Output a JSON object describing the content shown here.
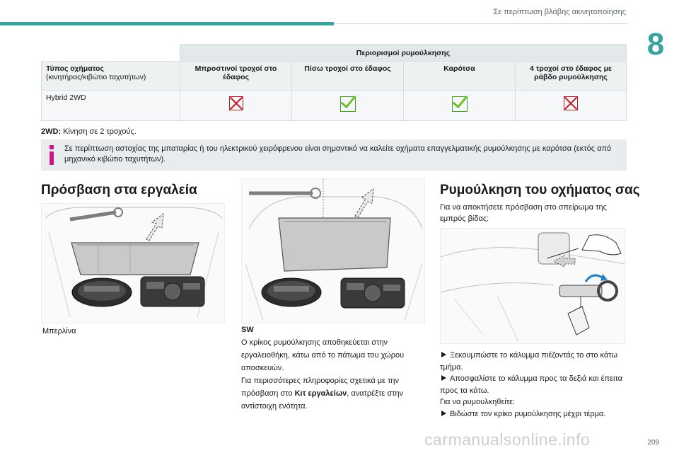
{
  "header": {
    "title": "Σε περίπτωση βλάβης ακινητοποίησης",
    "chapter": "8"
  },
  "table": {
    "group_header": "Περιορισμοί ρυμούλκησης",
    "type_header_bold": "Τύπος οχήματος",
    "type_header_sub": "(κινητήρας/κιβώτιο ταχυτήτων)",
    "columns": [
      "Μπροστινοί τροχοί στο έδαφος",
      "Πίσω τροχοί στο έδαφος",
      "Καρότσα",
      "4 τροχοί στο έδαφος με ράβδο ρυμούλκησης"
    ],
    "rows": [
      {
        "vehicle": "Hybrid 2WD",
        "marks": [
          "x-icon",
          "check-icon",
          "check-icon",
          "x-icon"
        ]
      }
    ]
  },
  "footnote": {
    "term": "2WD:",
    "text": " Κίνηση σε 2 τροχούς."
  },
  "info": {
    "text": "Σε περίπτωση αστοχίας της μπαταρίας ή του ηλεκτρικού χειρόφρενου είναι σημαντικό να καλείτε οχήματα επαγγελματικής ρυμούλκησης με καρότσα (εκτός από μηχανικό κιβώτιο ταχυτήτων)."
  },
  "left_section": {
    "title": "Πρόσβαση στα εργαλεία",
    "caption_petrol": "Μπερλίνα",
    "sw_title": "SW",
    "sw_text1": "Ο κρίκος ρυμούλκησης αποθηκεύεται στην εργαλειοθήκη, κάτω από το πάτωμα του χώρου αποσκευών.",
    "sw_text2": "Για περισσότερες πληροφορίες σχετικά με την πρόσβαση στο ",
    "sw_link": "Κιτ εργαλείων",
    "sw_text3": ", ανατρέξτε στην αντίστοιχη ενότητα."
  },
  "right_section": {
    "title": "Ρυμούλκηση του οχήματος σας",
    "intro": "Για να αποκτήσετε πρόσβαση στο σπείρωμα της εμπρός βίδας:",
    "step1": "Ξεκουμπώστε το κάλυμμα πιέζοντάς το στο κάτω τμήμα.",
    "step2": "Αποσφαλίστε το κάλυμμα προς τα δεξιά και έπειτα προς τα κάτω.",
    "note": "Για να ρυμουλκηθείτε:",
    "step3": "Βιδώστε τον κρίκο ρυμούλκησης μέχρι τέρμα."
  },
  "page_number": "209",
  "watermark": "carmanualsonline.info",
  "colors": {
    "accent": "#3aa39f",
    "info_icon": "#c9178e",
    "cross": "#c41e2c",
    "check": "#6dbf2d"
  }
}
